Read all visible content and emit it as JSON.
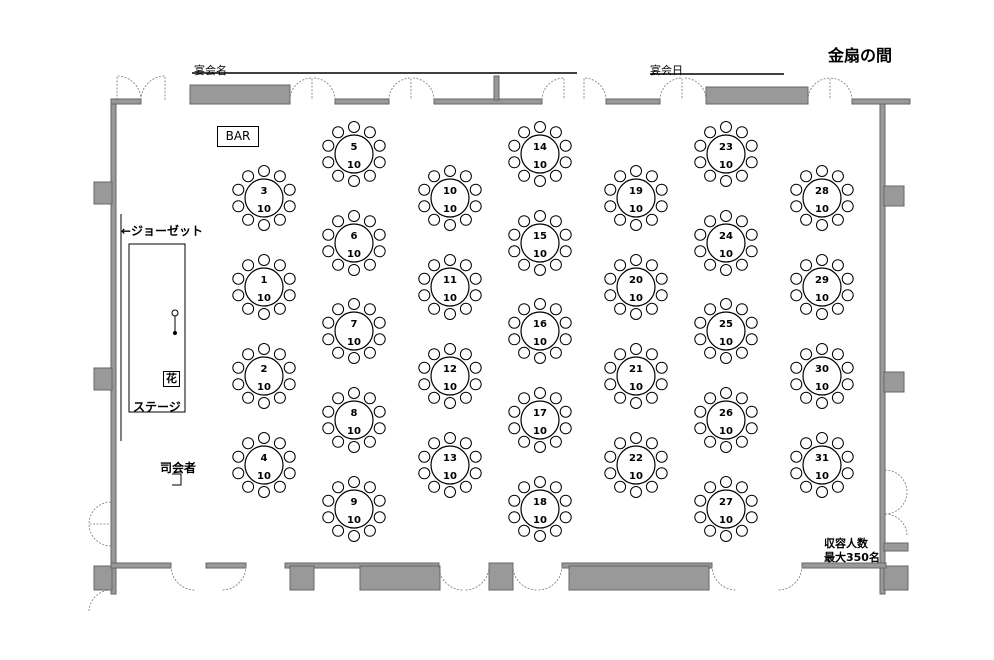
{
  "room": {
    "title": "金扇の間"
  },
  "banquet": {
    "name_label": "宴会名",
    "date_label": "宴会日"
  },
  "labels": {
    "bar": "BAR",
    "georgette": "←ジョーゼット",
    "stage": "ステージ",
    "flower": "花",
    "mc": "司会者",
    "capacity_line1": "収容人数",
    "capacity_line2": "最大350名"
  },
  "tables": [
    {
      "no": "1",
      "seats": "10"
    },
    {
      "no": "2",
      "seats": "10"
    },
    {
      "no": "3",
      "seats": "10"
    },
    {
      "no": "4",
      "seats": "10"
    },
    {
      "no": "5",
      "seats": "10"
    },
    {
      "no": "6",
      "seats": "10"
    },
    {
      "no": "7",
      "seats": "10"
    },
    {
      "no": "8",
      "seats": "10"
    },
    {
      "no": "9",
      "seats": "10"
    },
    {
      "no": "10",
      "seats": "10"
    },
    {
      "no": "11",
      "seats": "10"
    },
    {
      "no": "12",
      "seats": "10"
    },
    {
      "no": "13",
      "seats": "10"
    },
    {
      "no": "14",
      "seats": "10"
    },
    {
      "no": "15",
      "seats": "10"
    },
    {
      "no": "16",
      "seats": "10"
    },
    {
      "no": "17",
      "seats": "10"
    },
    {
      "no": "18",
      "seats": "10"
    },
    {
      "no": "19",
      "seats": "10"
    },
    {
      "no": "20",
      "seats": "10"
    },
    {
      "no": "21",
      "seats": "10"
    },
    {
      "no": "22",
      "seats": "10"
    },
    {
      "no": "23",
      "seats": "10"
    },
    {
      "no": "24",
      "seats": "10"
    },
    {
      "no": "25",
      "seats": "10"
    },
    {
      "no": "26",
      "seats": "10"
    },
    {
      "no": "27",
      "seats": "10"
    },
    {
      "no": "28",
      "seats": "10"
    },
    {
      "no": "29",
      "seats": "10"
    },
    {
      "no": "30",
      "seats": "10"
    },
    {
      "no": "31",
      "seats": "10"
    }
  ]
}
